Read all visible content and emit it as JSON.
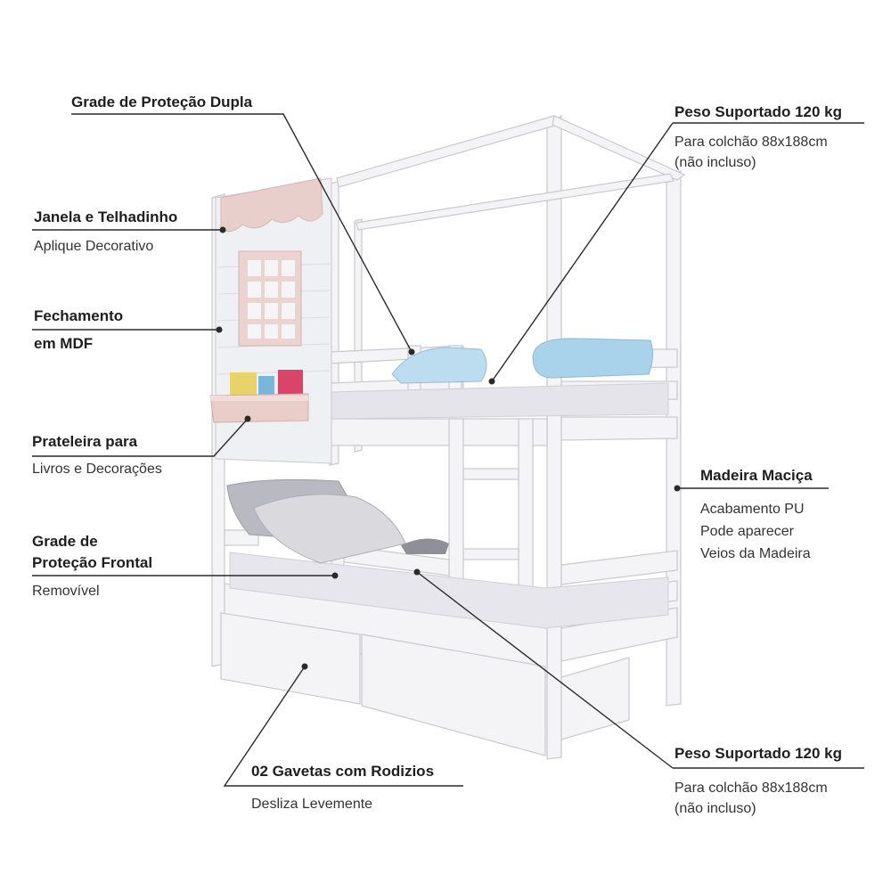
{
  "colors": {
    "frame": "#f4f4f6",
    "frame_edge": "#c9c9cf",
    "roof_pink": "#e9cfcc",
    "window_pink": "#ebd3d0",
    "mattress": "#e4e4ea",
    "pillow_blue": "#a9d3ea",
    "pillow_gray": "#9c9ca4",
    "callout_line": "#2a2a2a"
  },
  "callouts": {
    "grade_protecao_dupla": {
      "title": "Grade de Proteção Dupla"
    },
    "peso_superior": {
      "title": "Peso Suportado 120 kg",
      "line1": "Para colchão 88x188cm",
      "line2": "(não incluso)"
    },
    "janela": {
      "title": "Janela e Telhadinho",
      "subtitle": "Aplique Decorativo"
    },
    "fechamento": {
      "line1": "Fechamento",
      "line2": "em MDF"
    },
    "prateleira": {
      "title": "Prateleira para",
      "subtitle": "Livros e Decorações"
    },
    "madeira": {
      "title": "Madeira Maciça",
      "line1": "Acabamento PU",
      "line2": "Pode aparecer",
      "line3": "Veios da Madeira"
    },
    "grade_frontal": {
      "line1": "Grade de",
      "line2": "Proteção Frontal",
      "subtitle": "Removível"
    },
    "peso_inferior": {
      "title": "Peso Suportado 120 kg",
      "line1": "Para colchão 88x188cm",
      "line2": "(não incluso)"
    },
    "gavetas": {
      "title": "02 Gavetas com Rodizios",
      "subtitle": "Desliza Levemente"
    }
  }
}
